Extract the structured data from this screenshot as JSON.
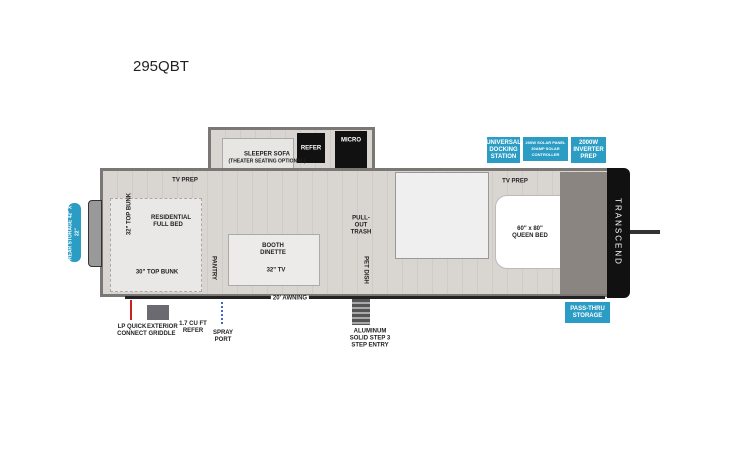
{
  "model": "295QBT",
  "brand_logo": "TRANSCEND",
  "labels": {
    "sleeper_sofa": "SLEEPER SOFA",
    "sofa_note": "(THEATER SEATING OPTIONAL)",
    "refer": "REFER",
    "micro": "MICRO",
    "tv_prep_rear": "TV PREP",
    "top_bunk_32": "32\" TOP BUNK",
    "full_bed": "RESIDENTIAL FULL BED",
    "top_bunk_30": "30\" TOP BUNK",
    "booth_dinette": "BOOTH DINETTE",
    "tv_32": "32\" TV",
    "pantry": "PANTRY",
    "pullout_trash": "PULL-OUT TRASH",
    "pet_dish": "PET DISH",
    "awning": "20' AWNING",
    "lp": "LP QUICK CONNECT",
    "griddle": "EXTERIOR GRIDDLE",
    "ext_refer": "1.7 CU FT REFER",
    "spray": "SPRAY PORT",
    "step": "ALUMINUM SOLID STEP 3 STEP ENTRY",
    "tv_prep_front": "TV PREP",
    "queen_bed": "60\" x 80\" QUEEN BED"
  },
  "badges": {
    "rear_storage": "REAR STORAGE 42\" X 22\"",
    "docking": "UNIVERSAL DOCKING STATION",
    "solar": "200W SOLAR PANEL 30AMP SOLAR CONTROLLER",
    "inverter": "2000W INVERTER PREP",
    "passthru": "PASS-THRU STORAGE"
  },
  "colors": {
    "badge": "#2b9cc4",
    "wall": "#7a7775",
    "cap": "#111111"
  }
}
